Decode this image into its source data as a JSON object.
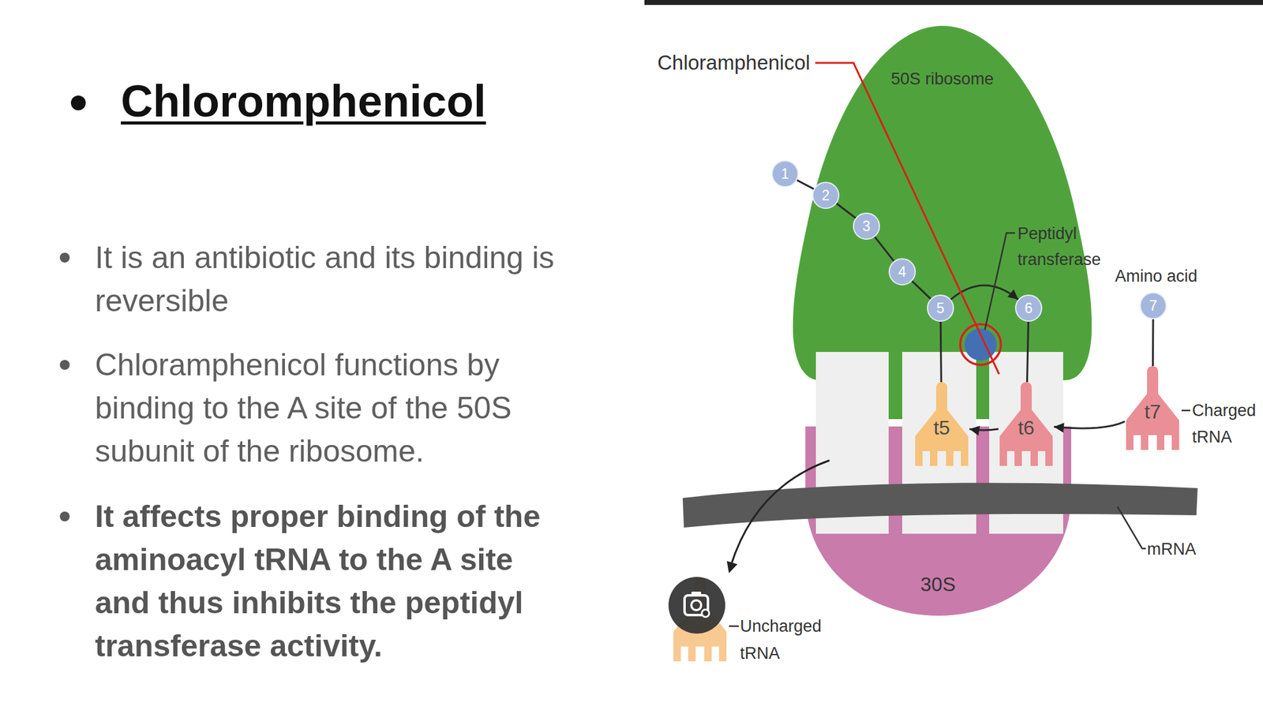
{
  "diagram": {
    "title": "Chloromphenicol",
    "nodes": [
      {
        "text": [
          "50S ribosome"
        ]
      },
      {
        "text": [
          "1"
        ]
      },
      {
        "text": [
          "2"
        ],
        "in": 0
      },
      {
        "text": [
          "3"
        ],
        "in": 0
      },
      {
        "text": [
          "4"
        ],
        "in": 0
      },
      {
        "text": [
          "5"
        ],
        "in": 0
      },
      {
        "text": [
          "6"
        ],
        "in": 0
      },
      {
        "text": [
          "7"
        ]
      },
      {
        "text": [
          "t5"
        ]
      },
      {
        "text": [
          "t6"
        ]
      },
      {
        "text": [
          "t7"
        ]
      },
      {
        "text": [
          "30S"
        ]
      }
    ],
    "edges": [
      {
        "from": 1,
        "to": 2,
        "arrow": "none"
      },
      {
        "from": 2,
        "to": 3,
        "arrow": "none"
      },
      {
        "from": 3,
        "to": 4,
        "arrow": "none"
      },
      {
        "from": 4,
        "to": 5,
        "arrow": "none"
      },
      {
        "from": 5,
        "to": 8,
        "arrow": "none"
      },
      {
        "from": 6,
        "to": 9,
        "arrow": "none"
      },
      {
        "from": 7,
        "to": 10,
        "arrow": "none"
      },
      {
        "from": 5,
        "to": 6,
        "arrow": "to"
      },
      {
        "from": 9,
        "to": 8,
        "arrow": "to"
      },
      {
        "from": 10,
        "to": 9,
        "arrow": "to"
      }
    ],
    "labels": [
      "It is an antibiotic and its binding is reversible",
      "Chloramphenicol functions by binding to the A site of the 50S subunit of the ribosome.",
      "It affects proper binding of the aminoacyl tRNA to the A site and thus inhibits the peptidyl transferase activity.",
      "Chloramphenicol",
      "Peptidyl transferase",
      "Amino acid",
      "Charged tRNA",
      "mRNA",
      "Uncharged tRNA"
    ]
  }
}
